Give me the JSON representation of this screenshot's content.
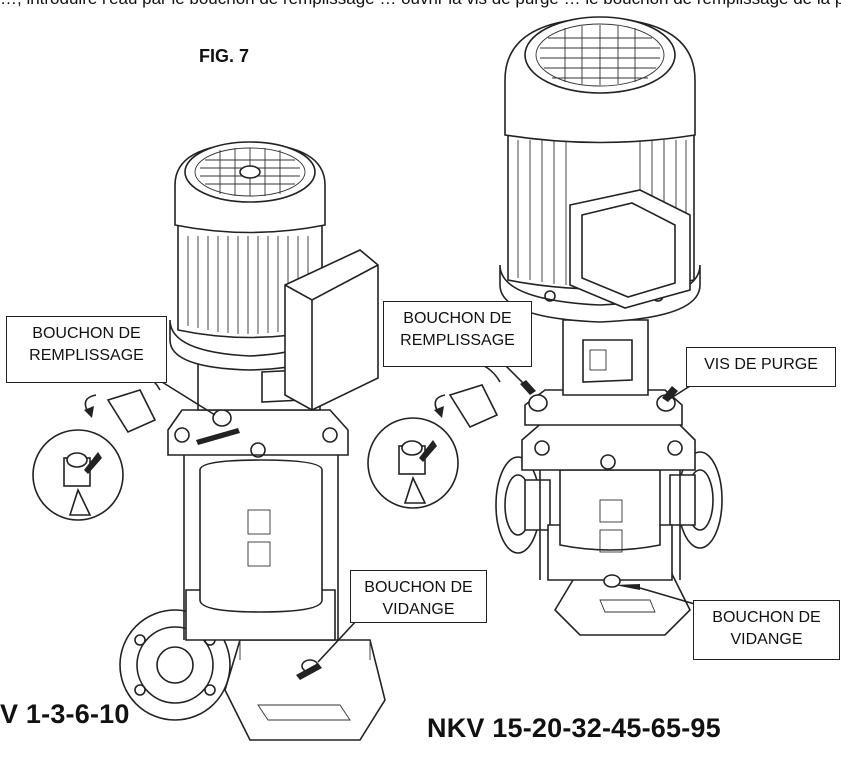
{
  "top_text": "…, introduire l'eau par le bouchon de remplissage … ouvrir la vis de purge … le bouchon de remplissage de la pompe et s'assurer qu'il…",
  "figure": {
    "title": "FIG. 7",
    "models": {
      "left": "V 1-3-6-10",
      "right": "NKV 15-20-32-45-65-95"
    },
    "callouts": {
      "fill_left": [
        "BOUCHON DE",
        "REMPLISSAGE"
      ],
      "fill_right": [
        "BOUCHON DE",
        "REMPLISSAGE"
      ],
      "purge": [
        "VIS DE PURGE"
      ],
      "drain_left": [
        "BOUCHON DE",
        "VIDANGE"
      ],
      "drain_right": [
        "BOUCHON DE",
        "VIDANGE"
      ]
    }
  }
}
